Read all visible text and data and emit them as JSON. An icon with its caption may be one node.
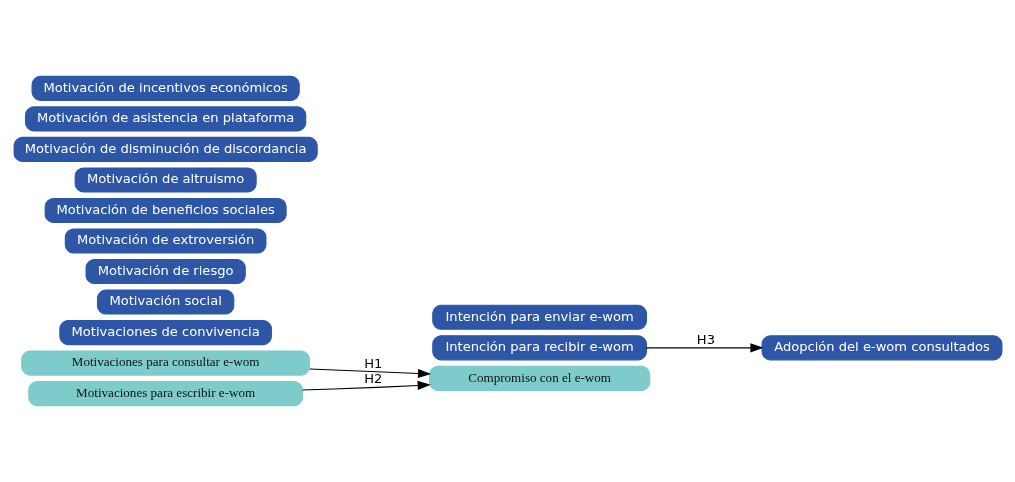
{
  "diagram": {
    "nodes": [
      {
        "text": [
          "Motivaciones para consultar e-wom"
        ]
      },
      {
        "text": [
          "Motivaciones de convivencia"
        ]
      },
      {
        "text": [
          "Motivación social"
        ]
      },
      {
        "text": [
          "Motivación de riesgo"
        ]
      },
      {
        "text": [
          "Motivaciones para escribir e-wom"
        ]
      },
      {
        "text": [
          "Motivación de extroversión"
        ]
      },
      {
        "text": [
          "Motivación de beneficios sociales"
        ]
      },
      {
        "text": [
          "Motivación de altruismo"
        ]
      },
      {
        "text": [
          "Motivación de disminución de discordancia"
        ]
      },
      {
        "text": [
          "Motivación de asistencia en plataforma"
        ]
      },
      {
        "text": [
          "Motivación de incentivos económicos"
        ]
      },
      {
        "text": [
          "Compromiso con el e-wom"
        ]
      },
      {
        "text": [
          "Intención para recibir e-wom"
        ]
      },
      {
        "text": [
          "Intención para enviar e-wom"
        ]
      },
      {
        "text": [
          "Adopción del e-wom consultados"
        ]
      }
    ],
    "edges": [
      {
        "from": 0,
        "to": 11,
        "arrow": "to",
        "label": "H1"
      },
      {
        "from": 4,
        "to": 11,
        "arrow": "to",
        "label": "H2"
      },
      {
        "from": 12,
        "to": 14,
        "arrow": "to",
        "label": "H3"
      }
    ]
  }
}
